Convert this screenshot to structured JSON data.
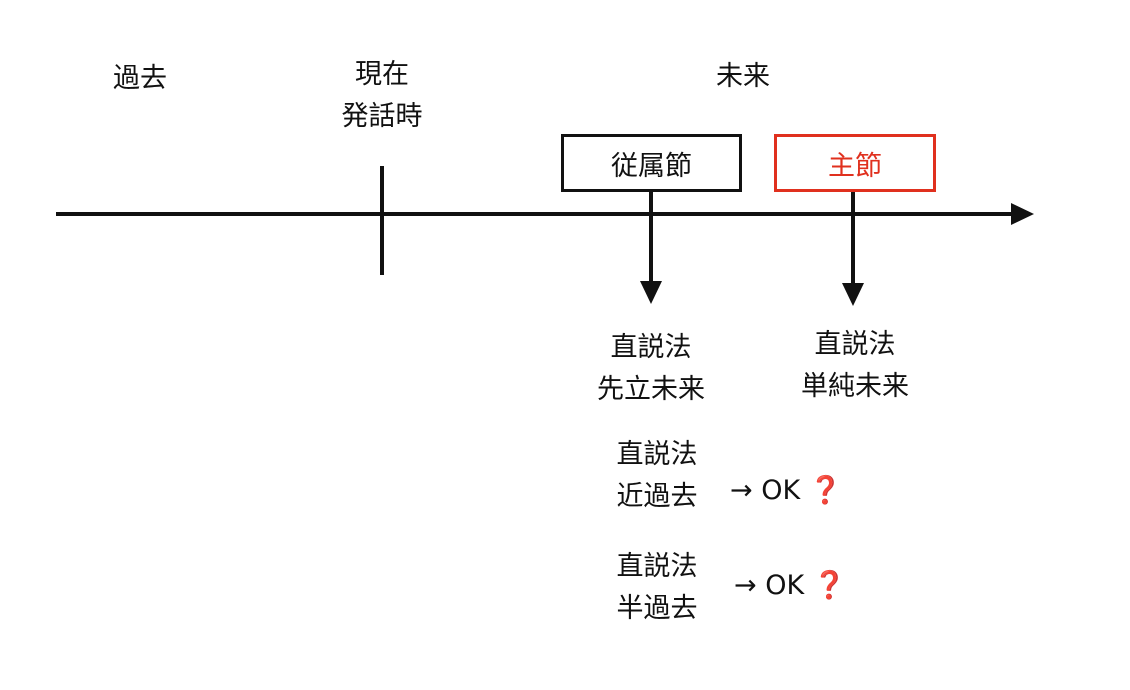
{
  "timeline": {
    "past": "過去",
    "present_line1": "現在",
    "present_line2": "発話時",
    "future": "未来"
  },
  "clauses": {
    "subordinate": "従属節",
    "main": "主節"
  },
  "tenses": {
    "subordinate_1_line1": "直説法",
    "subordinate_1_line2": "先立未来",
    "main_line1": "直説法",
    "main_line2": "単純未来",
    "alt_1_line1": "直説法",
    "alt_1_line2": "近過去",
    "alt_2_line1": "直説法",
    "alt_2_line2": "半過去"
  },
  "verdicts": {
    "alt_1_text": "→ OK",
    "alt_1_mark": "❓",
    "alt_2_text": "→ OK",
    "alt_2_mark": "❓"
  },
  "colors": {
    "line": "#111111",
    "accent": "#e0301e"
  }
}
